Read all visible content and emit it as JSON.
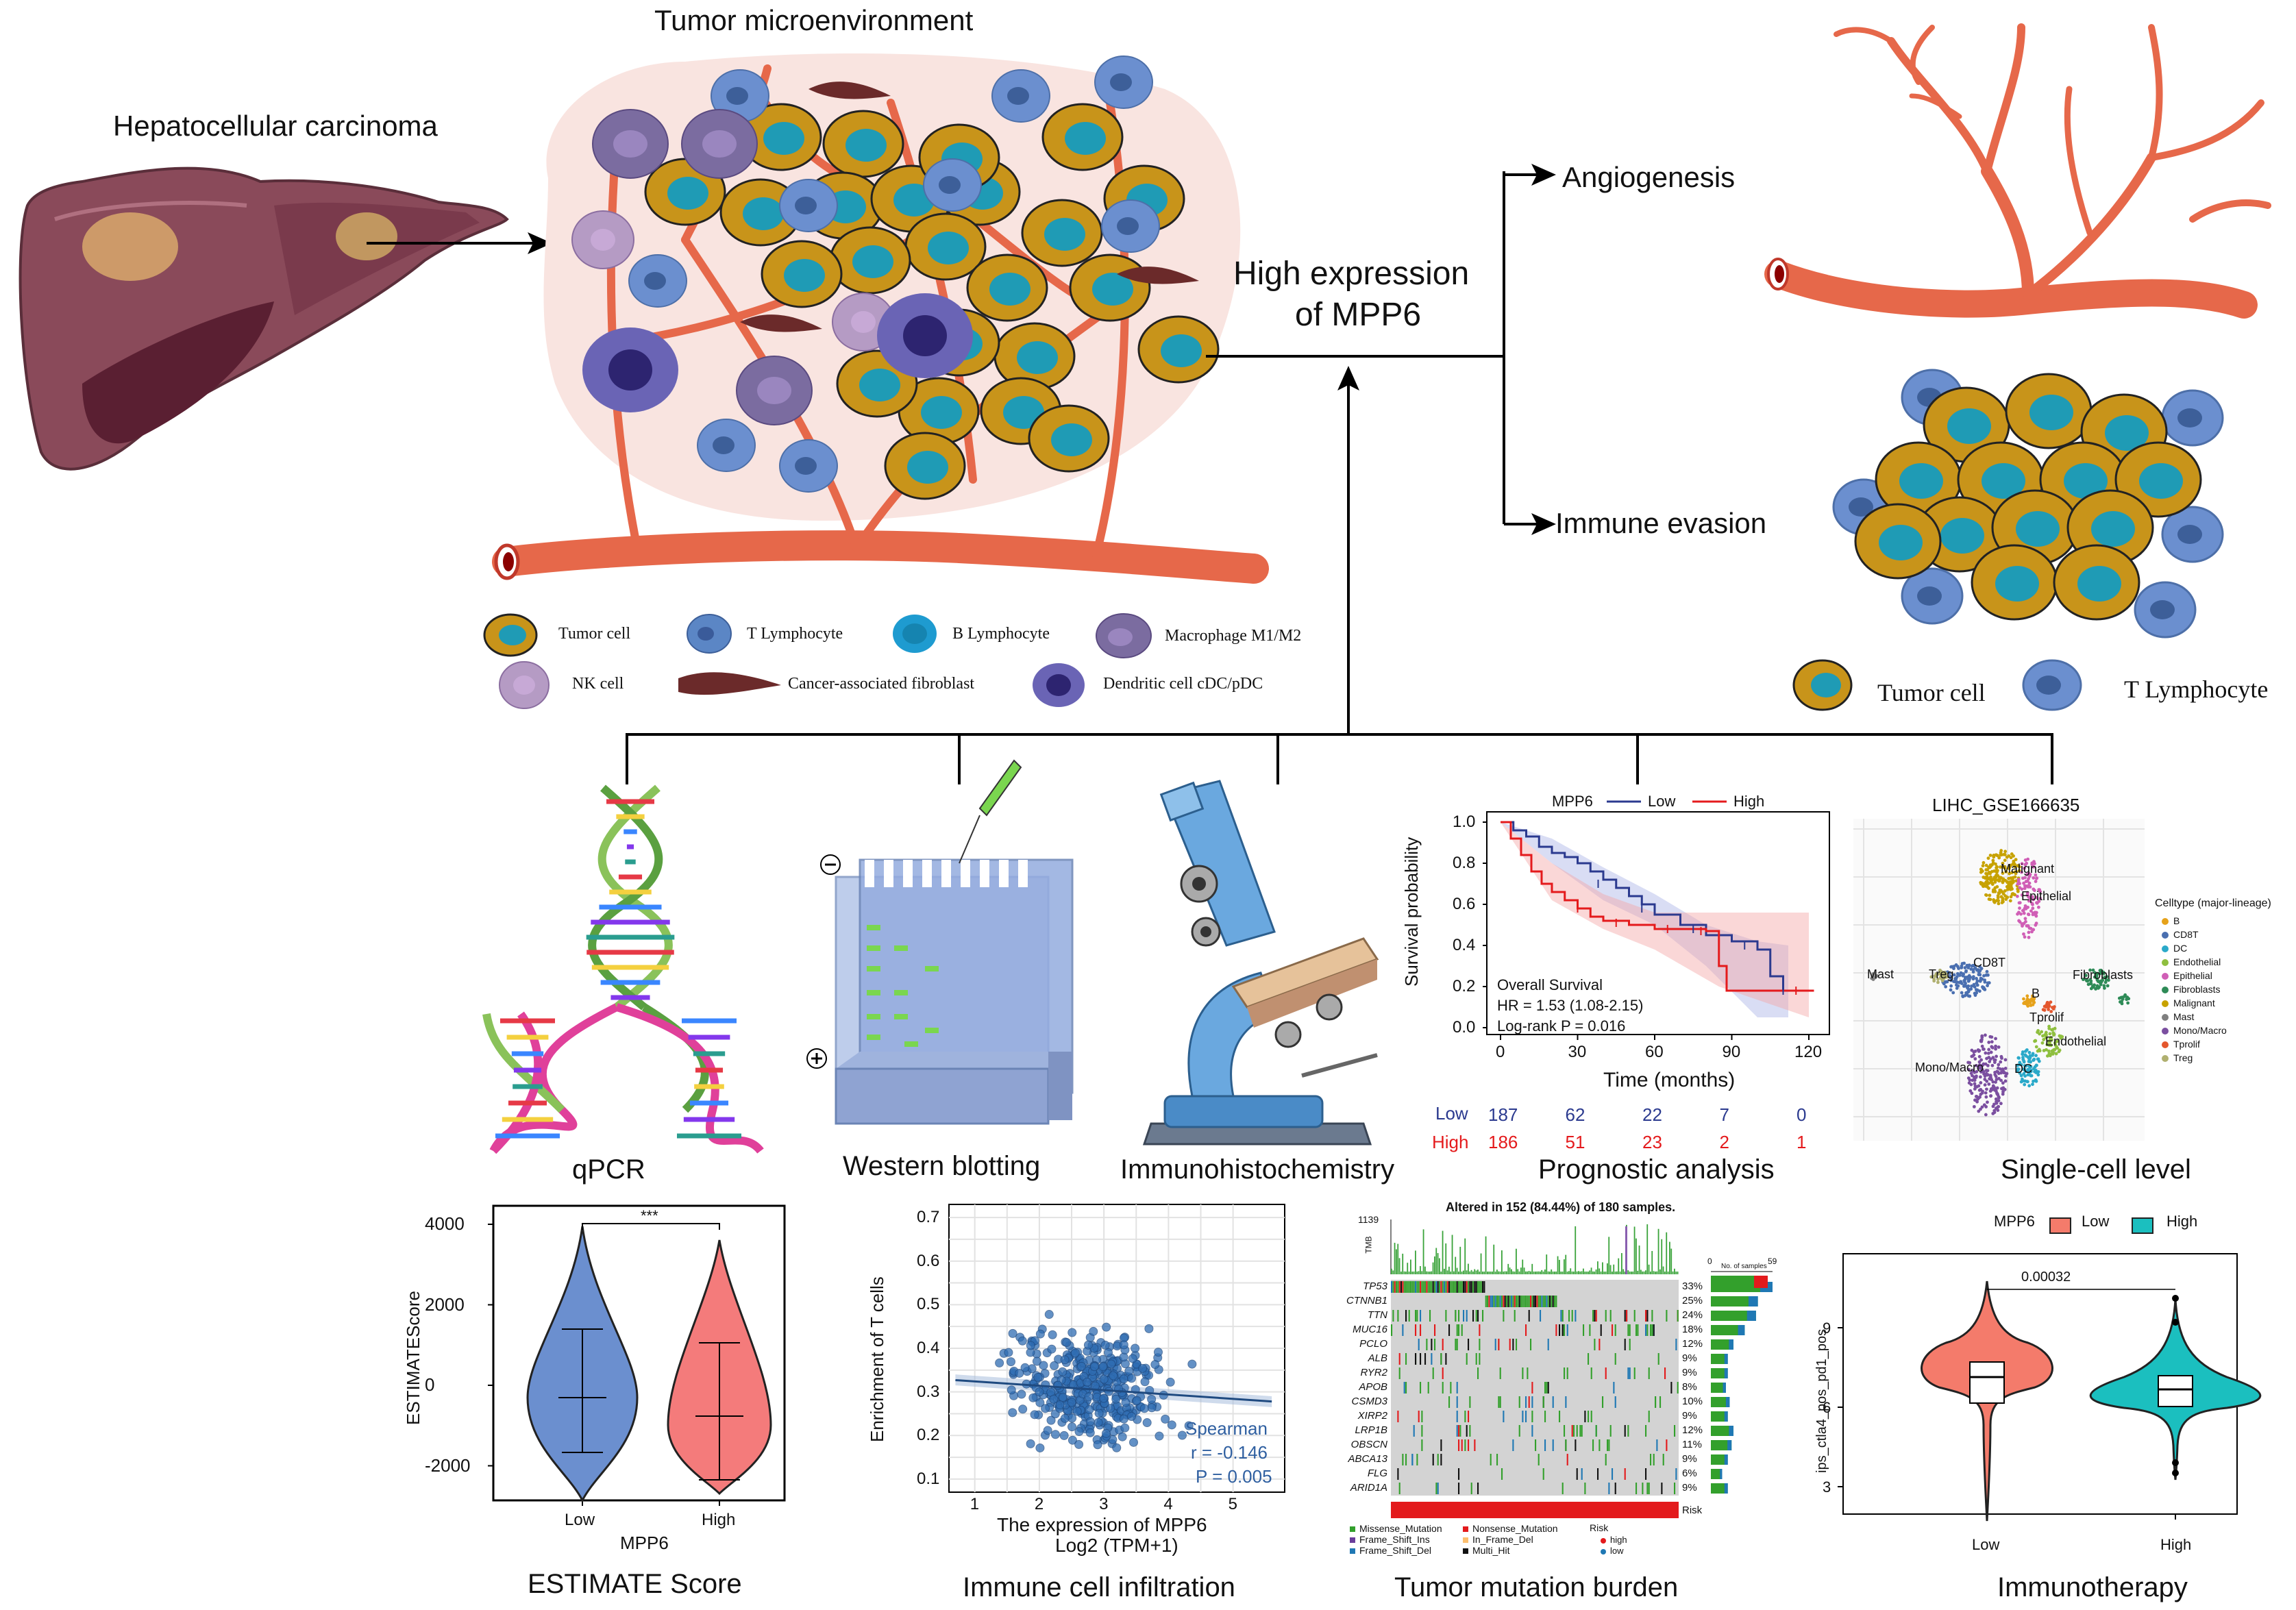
{
  "top": {
    "liver_title": "Hepatocellular carcinoma",
    "tme_title": "Tumor microenvironment",
    "center_line1": "High expression",
    "center_line2": "of MPP6",
    "branch_angio": "Angiogenesis",
    "branch_immune": "Immune evasion"
  },
  "legend": {
    "tumor_cell": "Tumor cell",
    "t_lymph": "T Lymphocyte",
    "b_lymph": "B Lymphocyte",
    "macrophage": "Macrophage M1/M2",
    "nk": "NK cell",
    "caf": "Cancer-associated fibroblast",
    "dc": "Dendritic cell cDC/pDC"
  },
  "right_legend": {
    "tumor_cell": "Tumor cell",
    "t_lymph": "T Lymphocyte"
  },
  "method_captions": {
    "qpcr": "qPCR",
    "wb": "Western blotting",
    "ihc": "Immunohistochemistry",
    "prog": "Prognostic analysis",
    "sc": "Single-cell level",
    "est": "ESTIMATE Score",
    "infil": "Immune cell infiltration",
    "tmb": "Tumor mutation burden",
    "immuno": "Immunotherapy"
  },
  "km": {
    "legend_title": "MPP6",
    "low": "Low",
    "high": "High",
    "ylabel": "Survival probability",
    "xlabel": "Time (months)",
    "stat1": "Overall Survival",
    "stat2": "HR = 1.53 (1.08-2.15)",
    "stat3": "Log-rank P = 0.016",
    "yticks": [
      "1.0",
      "0.8",
      "0.6",
      "0.4",
      "0.2",
      "0.0"
    ],
    "xticks": [
      "0",
      "30",
      "60",
      "90",
      "120"
    ],
    "risk_low": [
      "187",
      "62",
      "22",
      "7",
      "0"
    ],
    "risk_high": [
      "186",
      "51",
      "23",
      "2",
      "1"
    ],
    "colors": {
      "low": "#2b3a8f",
      "high": "#e41a1c"
    }
  },
  "sc": {
    "title": "LIHC_GSE166635",
    "legend_title": "Celltype (major-lineage)",
    "types": [
      "B",
      "CD8T",
      "DC",
      "Endothelial",
      "Epithelial",
      "Fibroblasts",
      "Malignant",
      "Mast",
      "Mono/Macro",
      "Tprolif",
      "Treg"
    ],
    "type_colors": [
      "#e6a21b",
      "#4a6fb0",
      "#2aa9c9",
      "#8fbf3f",
      "#d05fb6",
      "#2e8b57",
      "#c7a200",
      "#7f7f7f",
      "#7b4fa0",
      "#e4572e",
      "#b0b070"
    ],
    "cluster_labels": [
      "Malignant",
      "Epithelial",
      "Mast",
      "Treg",
      "CD8T",
      "Fibroblasts",
      "B",
      "Tprolif",
      "Endothelial",
      "Mono/Macro",
      "DC"
    ]
  },
  "estimate": {
    "ylabel": "ESTIMATEScore",
    "xlabel": "MPP6",
    "sig": "***",
    "yticks": [
      "4000",
      "2000",
      "0",
      "-2000"
    ],
    "xticks": [
      "Low",
      "High"
    ]
  },
  "scatter": {
    "ylabel": "Enrichment of T cells",
    "xlabel1": "The expression of MPP6",
    "xlabel2": "Log2 (TPM+1)",
    "stat1": "Spearman",
    "stat2": "r = -0.146",
    "stat3": "P = 0.005",
    "yticks": [
      "0.7",
      "0.6",
      "0.5",
      "0.4",
      "0.3",
      "0.2",
      "0.1"
    ],
    "xticks": [
      "1",
      "2",
      "3",
      "4",
      "5"
    ]
  },
  "onco": {
    "title": "Altered in 152 (84.44%) of 180 samples.",
    "tmb_max": "1139",
    "tmb_label": "TMB",
    "top_right_axis": [
      "0",
      "59"
    ],
    "top_right_label": "No. of samples",
    "genes": [
      "TP53",
      "CTNNB1",
      "TTN",
      "MUC16",
      "PCLO",
      "ALB",
      "RYR2",
      "APOB",
      "CSMD3",
      "XIRP2",
      "LRP1B",
      "OBSCN",
      "ABCA13",
      "FLG",
      "ARID1A"
    ],
    "pcts": [
      "33%",
      "25%",
      "24%",
      "18%",
      "12%",
      "9%",
      "9%",
      "8%",
      "10%",
      "9%",
      "12%",
      "11%",
      "9%",
      "6%",
      "9%"
    ],
    "risk_label": "Risk",
    "legend": [
      "Missense_Mutation",
      "Frame_Shift_Ins",
      "Frame_Shift_Del",
      "Nonsense_Mutation",
      "In_Frame_Del",
      "Multi_Hit"
    ],
    "risk_title": "Risk",
    "risk_levels": [
      "high",
      "low"
    ]
  },
  "immuno": {
    "legend_title": "MPP6",
    "low": "Low",
    "high": "High",
    "pval": "0.00032",
    "ylabel": "ips_ctla4_pos_pd1_pos",
    "yticks": [
      "9",
      "6",
      "3"
    ],
    "xticks": [
      "Low",
      "High"
    ]
  }
}
